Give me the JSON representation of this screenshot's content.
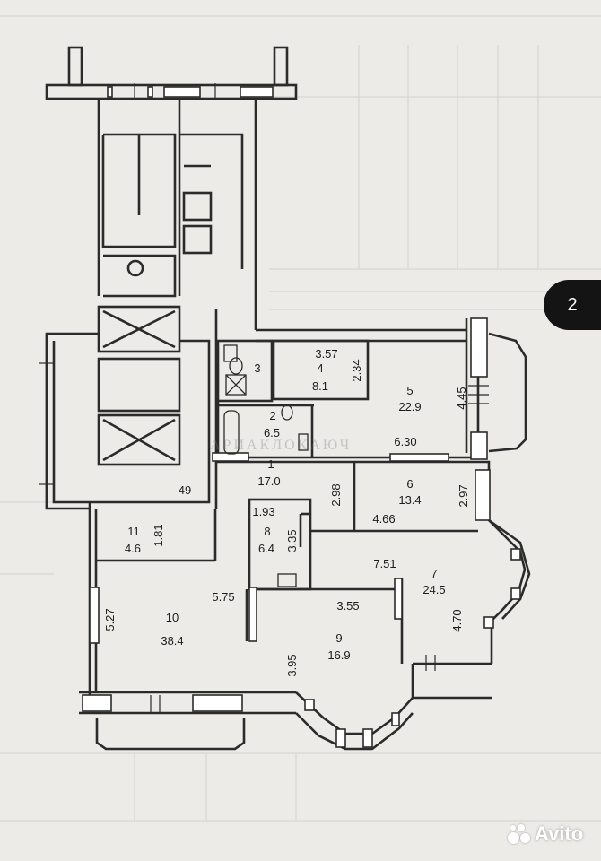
{
  "page_badge": "2",
  "watermark_brand": "Avito",
  "background_watermark": "АРИАКЛОКАЮЧ",
  "rooms": [
    {
      "id": "room-1",
      "number": "1",
      "area": "17.0"
    },
    {
      "id": "room-2",
      "number": "2",
      "area": "6.5"
    },
    {
      "id": "room-3",
      "number": "3",
      "area": ""
    },
    {
      "id": "room-4",
      "number": "4",
      "area": "8.1"
    },
    {
      "id": "room-5",
      "number": "5",
      "area": "22.9"
    },
    {
      "id": "room-6",
      "number": "6",
      "area": "13.4"
    },
    {
      "id": "room-7",
      "number": "7",
      "area": "24.5"
    },
    {
      "id": "room-8",
      "number": "8",
      "area": "6.4"
    },
    {
      "id": "room-9",
      "number": "9",
      "area": "16.9"
    },
    {
      "id": "room-10",
      "number": "10",
      "area": "38.4"
    },
    {
      "id": "room-11",
      "number": "11",
      "area": "4.6"
    }
  ],
  "dimensions": [
    "3.57",
    "2.34",
    "4.45",
    "6.30",
    "2.98",
    "4.66",
    "2.97",
    "1.93",
    "3.35",
    "1.81",
    "49",
    "7.51",
    "5.75",
    "3.55",
    "4.70",
    "5.27",
    "3.95"
  ],
  "colors": {
    "wall": "#2b2b2b",
    "paper": "#ecebe8",
    "badge": "#141414"
  }
}
